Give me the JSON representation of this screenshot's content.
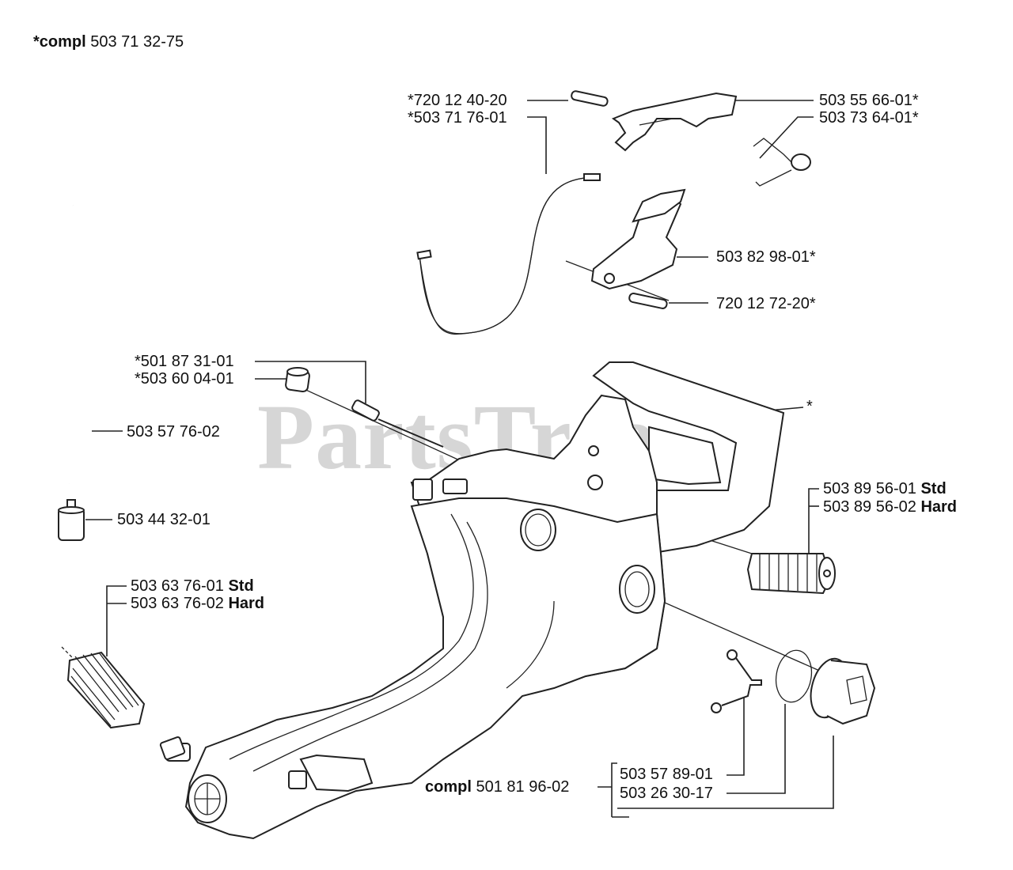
{
  "title": {
    "prefix": "*compl",
    "number": "503 71 32-75"
  },
  "watermark": {
    "text": "PartsTree",
    "mark": "™"
  },
  "labels": {
    "p1": "*720 12 40-20",
    "p2": "*503 71 76-01",
    "p3": "503 55 66-01*",
    "p4": "503 73 64-01*",
    "p5": "503 82 98-01*",
    "p6": "720 12 72-20*",
    "p7": "*501 87 31-01",
    "p8": "*503 60 04-01",
    "p9": "503 57 76-02",
    "p10": "503 44 32-01",
    "p11": "*",
    "p12_num": "503 89 56-01",
    "p12_tag": "Std",
    "p13_num": "503 89 56-02",
    "p13_tag": "Hard",
    "p14_num": "503 63 76-01",
    "p14_tag": "Std",
    "p15_num": "503 63 76-02",
    "p15_tag": "Hard",
    "p16_prefix": "compl",
    "p16_num": "501 81 96-02",
    "p17": "503 57 89-01",
    "p18": "503 26 30-17"
  }
}
